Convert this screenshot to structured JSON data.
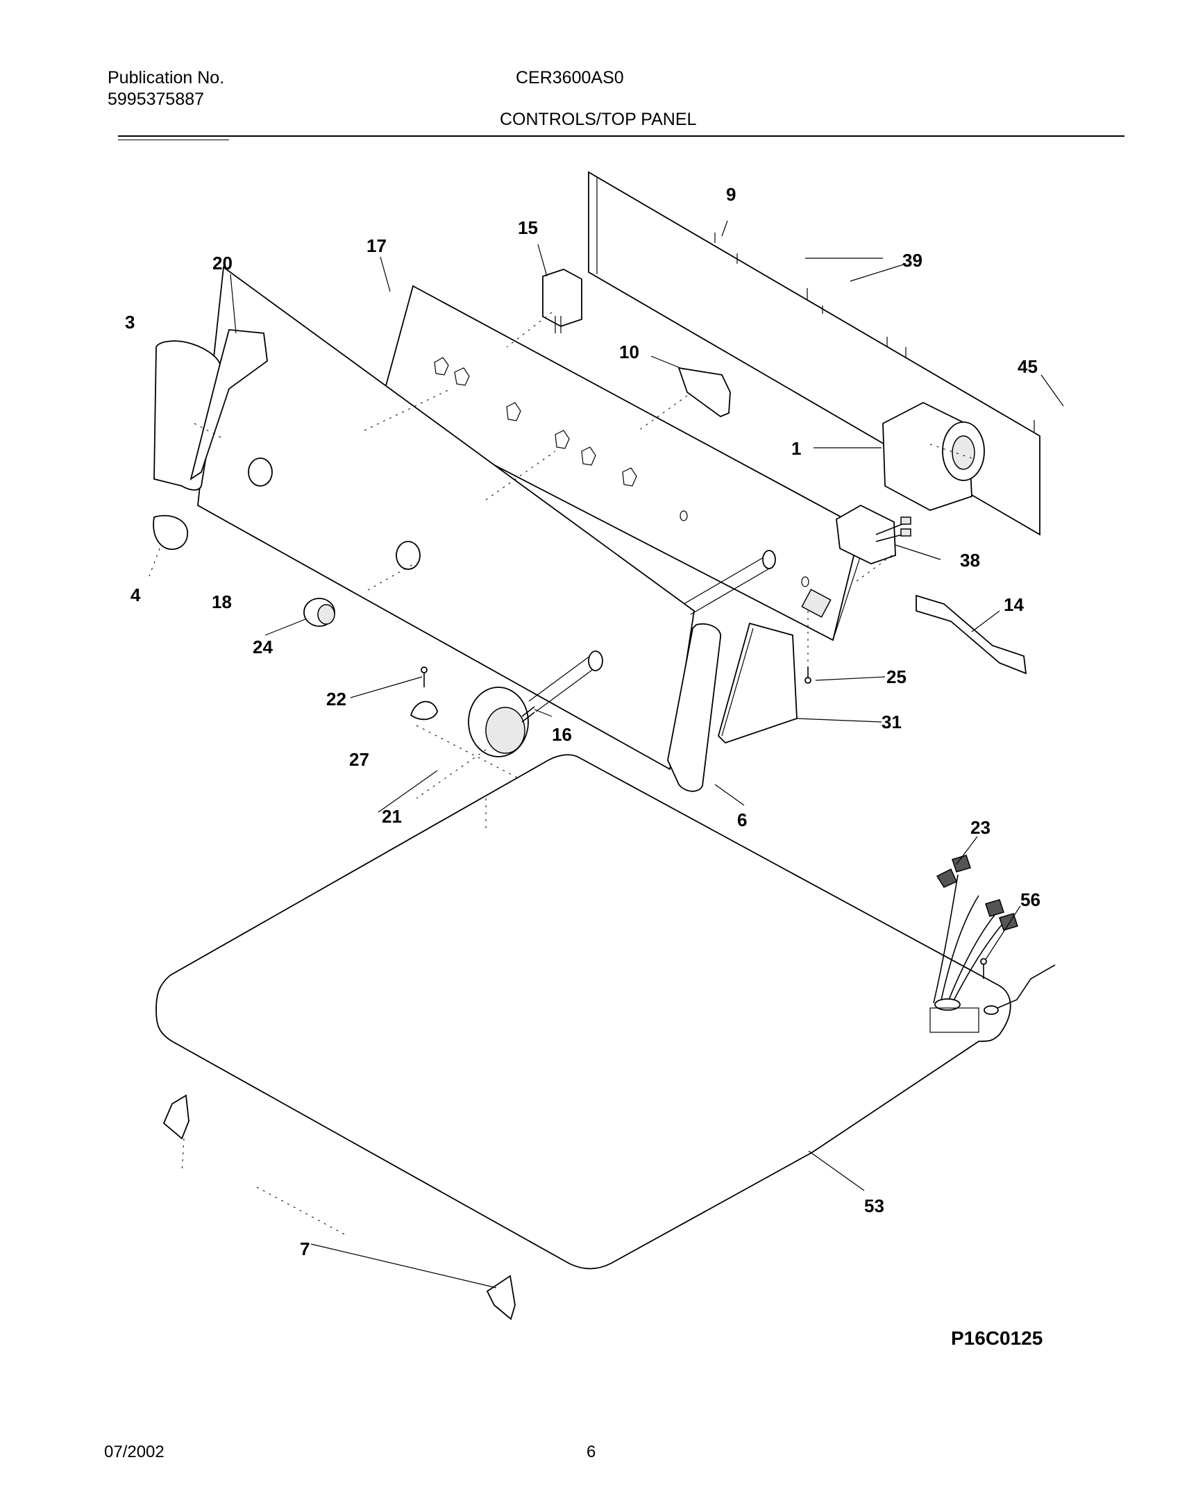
{
  "header": {
    "publication_label": "Publication No.",
    "publication_number": "5995375887",
    "model": "CER3600AS0",
    "section_title": "CONTROLS/TOP PANEL"
  },
  "diagram": {
    "code": "P16C0125",
    "callouts": [
      "1",
      "3",
      "4",
      "6",
      "7",
      "9",
      "10",
      "14",
      "15",
      "16",
      "17",
      "18",
      "20",
      "21",
      "22",
      "23",
      "24",
      "25",
      "27",
      "31",
      "38",
      "39",
      "45",
      "53",
      "56"
    ]
  },
  "footer": {
    "date": "07/2002",
    "page": "6"
  }
}
